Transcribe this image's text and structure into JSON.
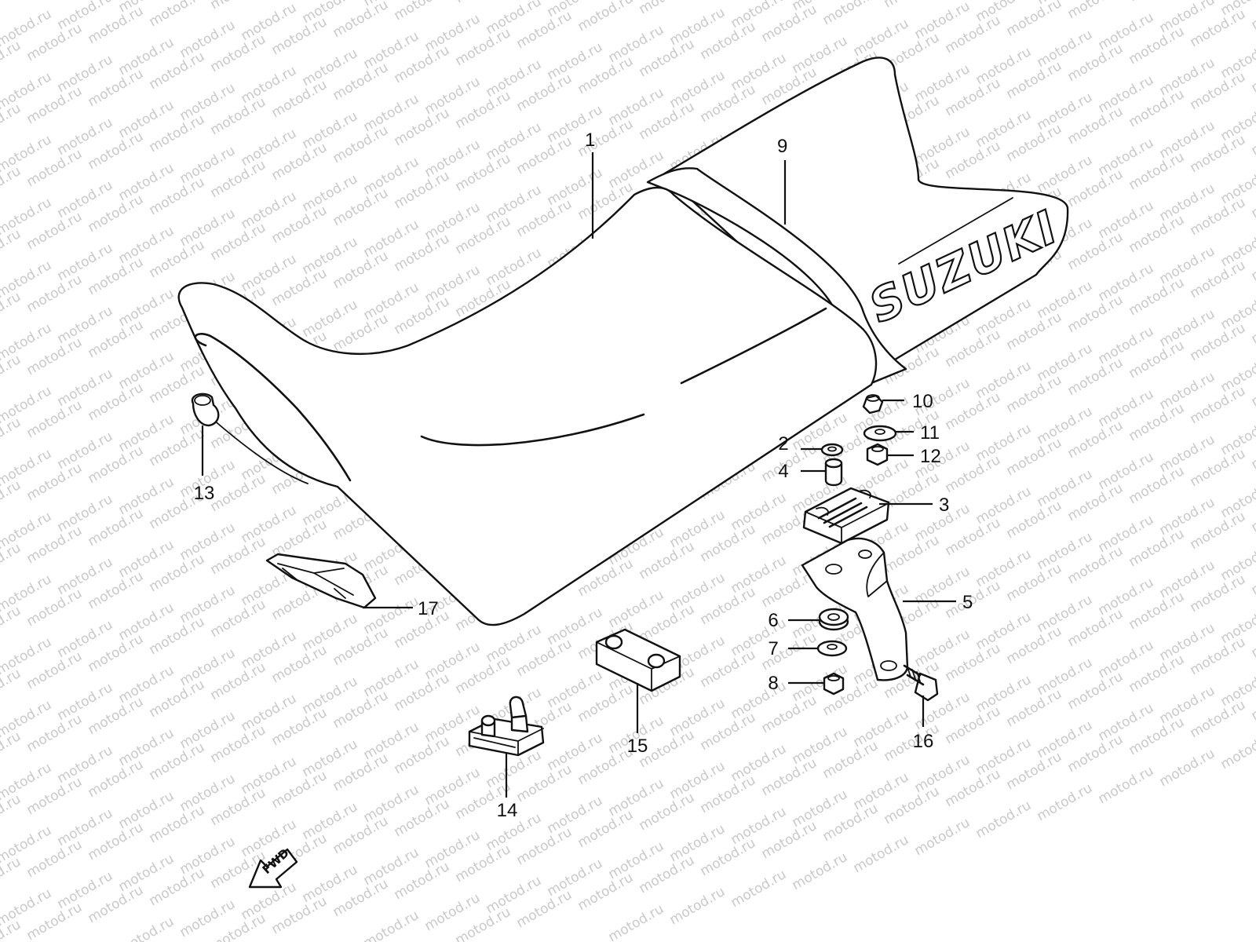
{
  "watermark": "motod.ru",
  "brand_logo": "SUZUKI",
  "direction_arrow": "FWD",
  "callouts": [
    {
      "label": "1"
    },
    {
      "label": "2"
    },
    {
      "label": "3"
    },
    {
      "label": "4"
    },
    {
      "label": "5"
    },
    {
      "label": "6"
    },
    {
      "label": "7"
    },
    {
      "label": "8"
    },
    {
      "label": "9"
    },
    {
      "label": "10"
    },
    {
      "label": "11"
    },
    {
      "label": "12"
    },
    {
      "label": "13"
    },
    {
      "label": "14"
    },
    {
      "label": "15"
    },
    {
      "label": "16"
    },
    {
      "label": "17"
    }
  ]
}
